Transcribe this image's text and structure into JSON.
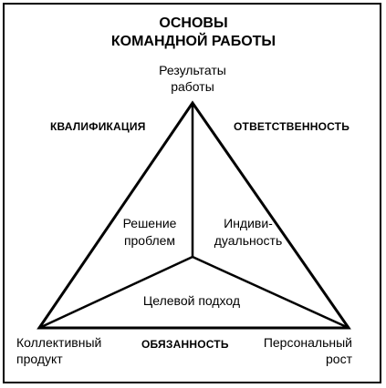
{
  "title": {
    "line1": "ОСНОВЫ",
    "line2": "КОМАНДНОЙ РАБОТЫ"
  },
  "vertices": {
    "top": {
      "line1": "Результаты",
      "line2": "работы"
    },
    "bottom_left": {
      "line1": "Коллективный",
      "line2": "продукт"
    },
    "bottom_right": {
      "line1": "Персональный",
      "line2": "рост"
    }
  },
  "sides": {
    "left": "КВАЛИФИКАЦИЯ",
    "right": "ОТВЕТСТВЕННОСТЬ",
    "bottom": "ОБЯЗАННОСТЬ"
  },
  "regions": {
    "left": {
      "line1": "Решение",
      "line2": "проблем"
    },
    "right": {
      "line1": "Индиви-",
      "line2": "дуальность"
    },
    "bottom": "Целевой подход"
  },
  "colors": {
    "ink": "#000000",
    "background": "#ffffff"
  }
}
